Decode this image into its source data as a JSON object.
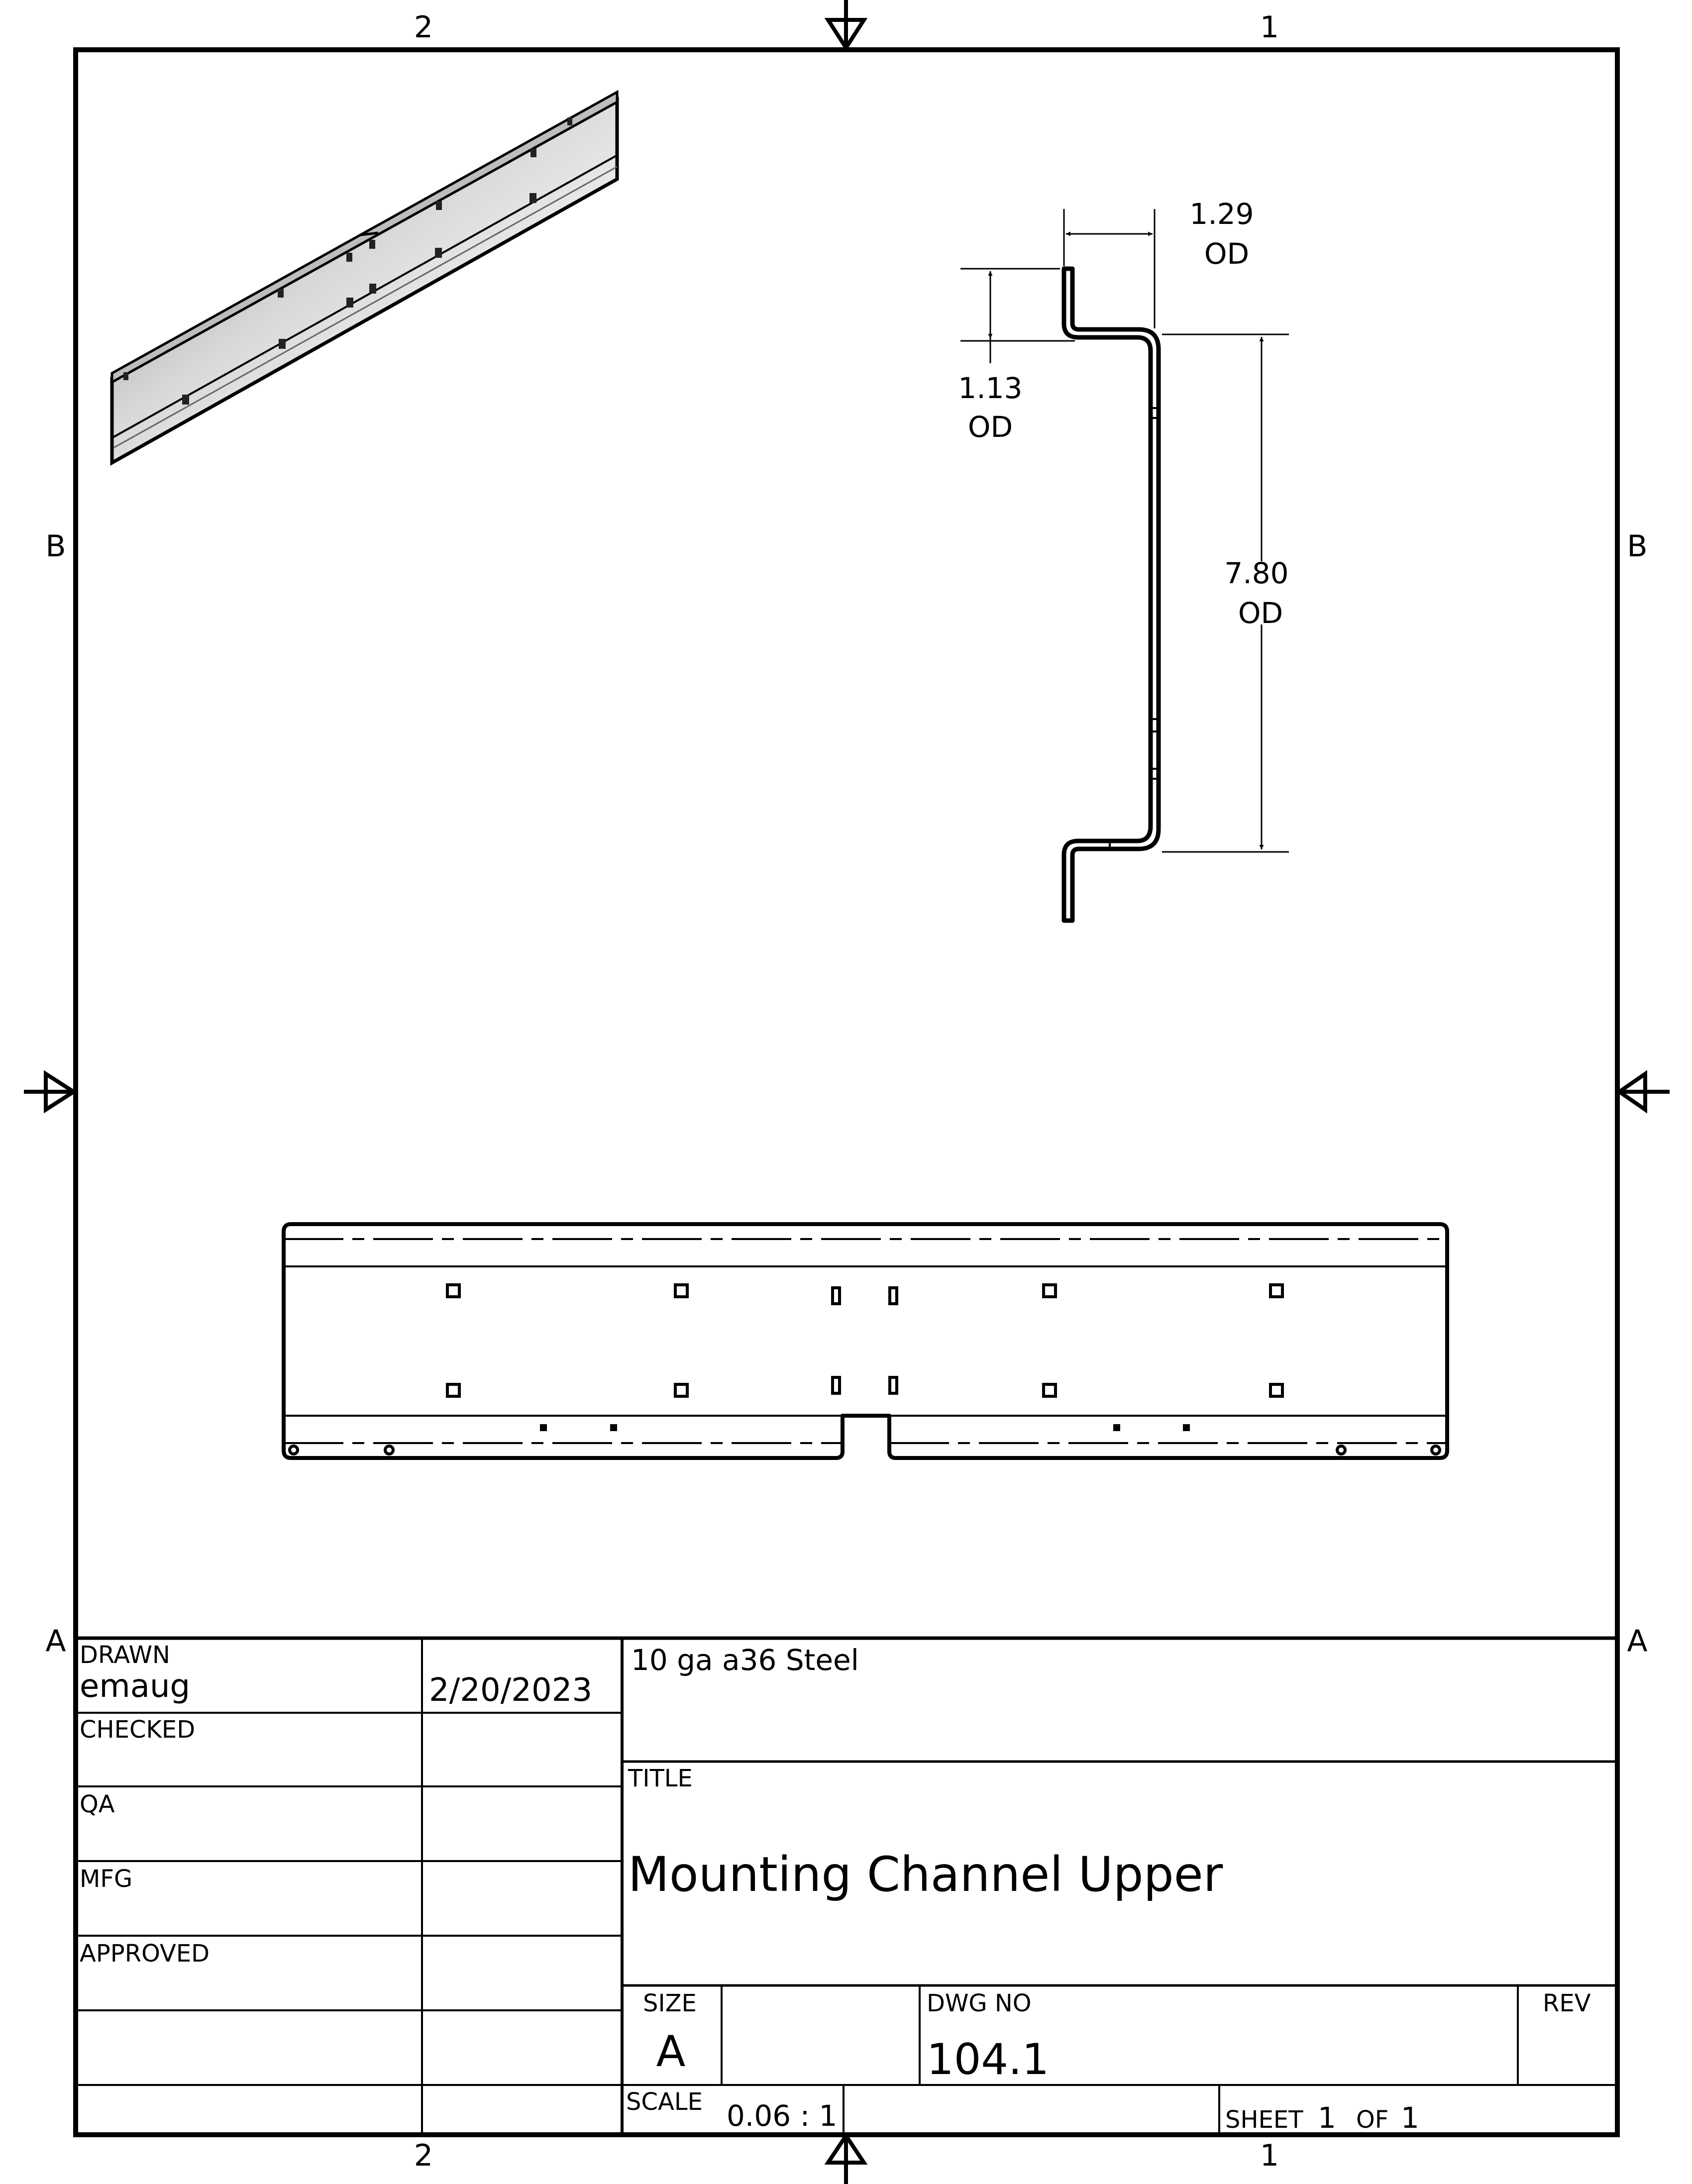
{
  "zones": {
    "top_left": "2",
    "top_right": "1",
    "bottom_left": "2",
    "bottom_right": "1",
    "left_upper": "B",
    "left_lower": "A",
    "right_upper": "B",
    "right_lower": "A"
  },
  "dimensions": {
    "top_flange_width": "1.29",
    "top_flange_width_note": "OD",
    "lip_height": "1.13",
    "lip_height_note": "OD",
    "web_height": "7.80",
    "web_height_note": "OD"
  },
  "title_block": {
    "drawn_label": "DRAWN",
    "drawn_by": "emaug",
    "drawn_date": "2/20/2023",
    "checked_label": "CHECKED",
    "qa_label": "QA",
    "mfg_label": "MFG",
    "approved_label": "APPROVED",
    "material": "10 ga a36 Steel",
    "title_label": "TITLE",
    "title": "Mounting Channel Upper",
    "size_label": "SIZE",
    "size": "A",
    "dwg_no_label": "DWG NO",
    "dwg_no": "104.1",
    "rev_label": "REV",
    "scale_label": "SCALE",
    "scale": "0.06 : 1",
    "sheet_label": "SHEET",
    "sheet_number": "1",
    "sheet_of_label": "OF",
    "sheet_total": "1"
  }
}
